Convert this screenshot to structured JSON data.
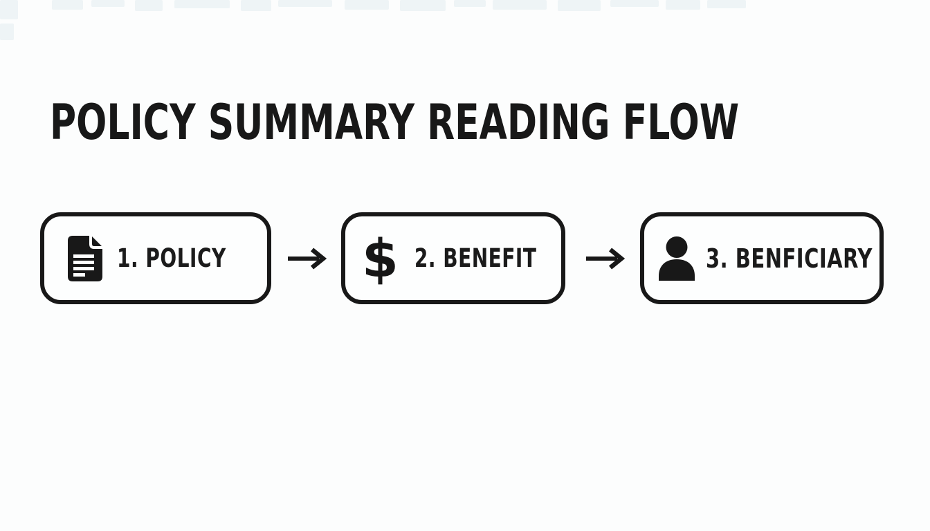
{
  "colors": {
    "ink": "#181818",
    "background": "#fcfdfd"
  },
  "title": "POLICY SUMMARY READING FLOW",
  "flow": {
    "steps": [
      {
        "label": "1. POLICY",
        "icon": "document-icon"
      },
      {
        "label": "2. BENEFIT",
        "icon": "dollar-icon",
        "dollar_glyph": "$"
      },
      {
        "label": "3. BENFICIARY",
        "icon": "person-icon"
      }
    ],
    "connector_icon": "arrow-right-icon"
  }
}
